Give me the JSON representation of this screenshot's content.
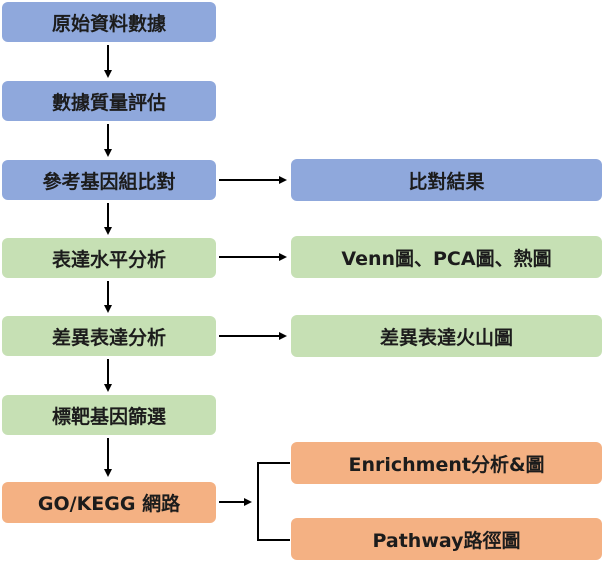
{
  "left_steps": [
    {
      "label": "原始資料數據",
      "color": "blue"
    },
    {
      "label": "數據質量評估",
      "color": "blue"
    },
    {
      "label": "參考基因組比對",
      "color": "blue"
    },
    {
      "label": "表達水平分析",
      "color": "green"
    },
    {
      "label": "差異表達分析",
      "color": "green"
    },
    {
      "label": "標靶基因篩選",
      "color": "green"
    },
    {
      "label": "GO/KEGG 網路",
      "color": "orange"
    }
  ],
  "outputs": [
    {
      "label": "比對結果",
      "color": "blue"
    },
    {
      "label": "Venn圖、PCA圖、熱圖",
      "color": "green"
    },
    {
      "label": "差異表達火山圖",
      "color": "green"
    },
    {
      "label": "Enrichment分析&圖",
      "color": "orange"
    },
    {
      "label": "Pathway路徑圖",
      "color": "orange"
    }
  ],
  "colors": {
    "blue": "#8fa8dc",
    "green": "#c6e0b4",
    "orange": "#f4b183",
    "line": "#000000"
  }
}
